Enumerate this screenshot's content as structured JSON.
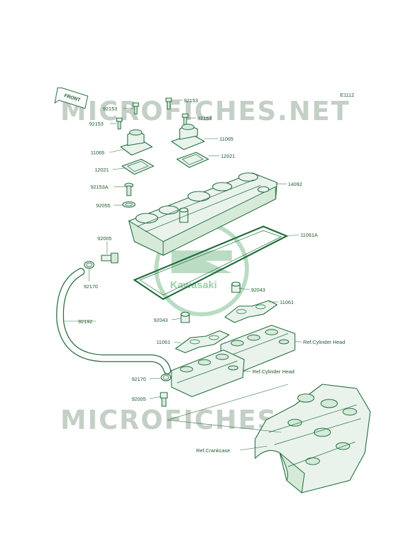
{
  "diagram_code": "E1112",
  "watermark": "MICROFICHES.NET",
  "front_arrow_label": "FRONT",
  "logo_text": "Kawasaki",
  "colors": {
    "line": "#1f6b3a",
    "fill": "#e9f3ec",
    "watermark": "#c4cfc6"
  },
  "labels": [
    {
      "id": "l-92153-a",
      "text": "92153"
    },
    {
      "id": "l-92153-b",
      "text": "92153"
    },
    {
      "id": "l-92153-c",
      "text": "92153"
    },
    {
      "id": "l-92153-d",
      "text": "92153"
    },
    {
      "id": "l-11065-a",
      "text": "11065"
    },
    {
      "id": "l-11065-b",
      "text": "11065"
    },
    {
      "id": "l-12021-a",
      "text": "12021"
    },
    {
      "id": "l-12021-b",
      "text": "12021"
    },
    {
      "id": "l-14092",
      "text": "14092"
    },
    {
      "id": "l-92153A",
      "text": "92153A"
    },
    {
      "id": "l-92055",
      "text": "92055"
    },
    {
      "id": "l-11061A",
      "text": "11061A"
    },
    {
      "id": "l-92005-a",
      "text": "92005"
    },
    {
      "id": "l-92170-a",
      "text": "92170"
    },
    {
      "id": "l-92043-a",
      "text": "92043"
    },
    {
      "id": "l-11061-a",
      "text": "11061"
    },
    {
      "id": "l-92192",
      "text": "92192"
    },
    {
      "id": "l-92043-b",
      "text": "92043"
    },
    {
      "id": "l-11061-b",
      "text": "11061"
    },
    {
      "id": "l-refcyl-a",
      "text": "Ref.Cylinder Head"
    },
    {
      "id": "l-refcyl-b",
      "text": "Ref.Cylinder Head"
    },
    {
      "id": "l-92170-b",
      "text": "92170"
    },
    {
      "id": "l-92005-b",
      "text": "92005"
    },
    {
      "id": "l-refcrank",
      "text": "Ref.Crankcase"
    }
  ]
}
